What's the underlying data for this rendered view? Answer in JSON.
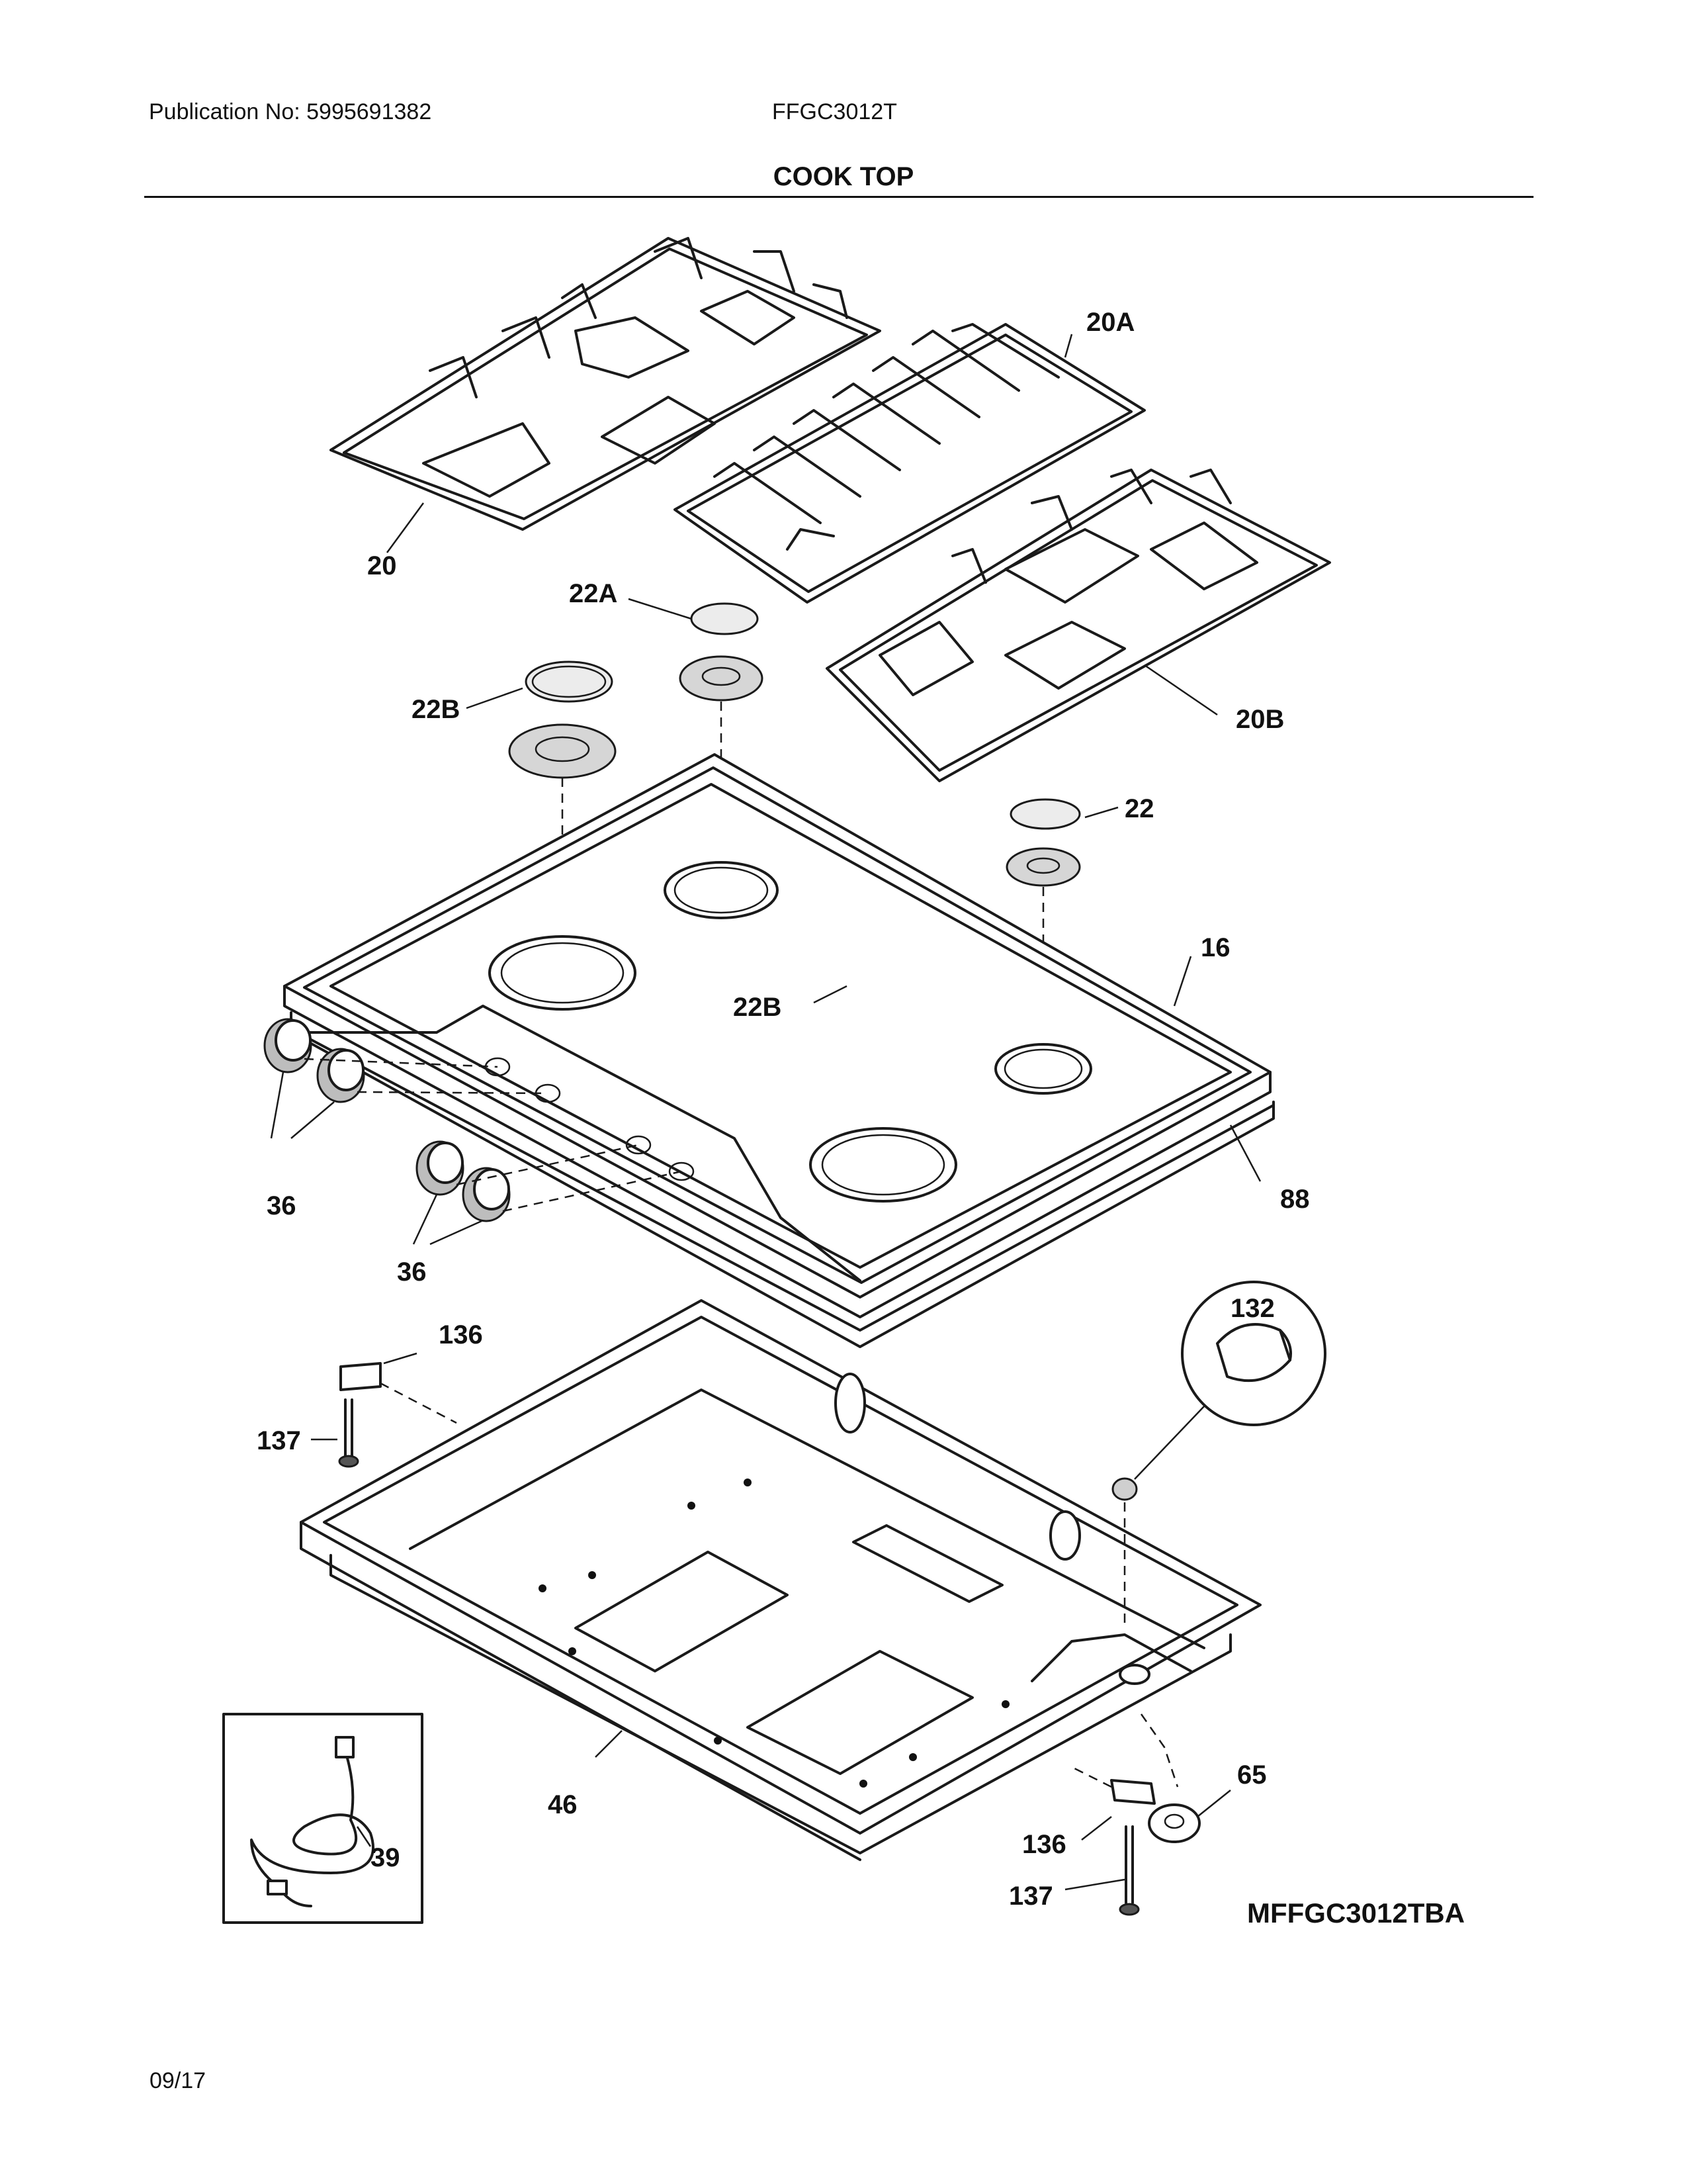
{
  "header": {
    "publication": "Publication No: 5995691382",
    "model": "FFGC3012T",
    "title": "COOK TOP"
  },
  "footer": {
    "date": "09/17"
  },
  "diagram": {
    "code": "MFFGC3012TBA",
    "callouts": {
      "grate_left": "20",
      "grate_center": "20A",
      "grate_right": "20B",
      "cap_rear_center": "22A",
      "cap_rear_left": "22B",
      "cap_front_center": "22B",
      "cap_right": "22",
      "cooktop": "16",
      "gasket": "88",
      "knobs_left": "36",
      "knobs_right": "36",
      "bracket_top": "136",
      "screw_top": "137",
      "bracket_bottom": "136",
      "screw_bottom": "137",
      "grommet_detail": "132",
      "burner_box": "46",
      "power_cord": "39",
      "grommet": "65"
    }
  }
}
